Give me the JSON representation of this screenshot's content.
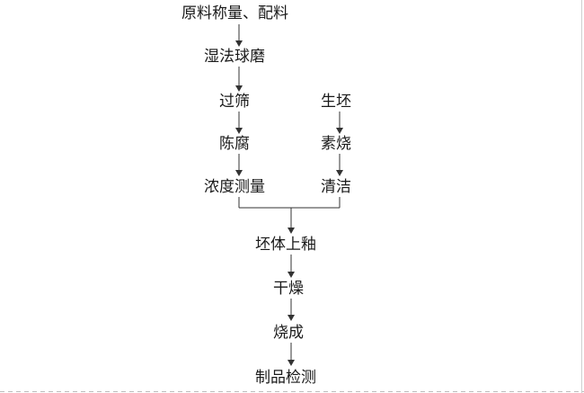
{
  "flowchart": {
    "left_branch": [
      "原料称量、配料",
      "湿法球磨",
      "过筛",
      "陈腐",
      "浓度测量"
    ],
    "right_branch": [
      "生坯",
      "素烧",
      "清洁"
    ],
    "main_branch": [
      "坯体上釉",
      "干燥",
      "烧成",
      "制品检测"
    ]
  }
}
